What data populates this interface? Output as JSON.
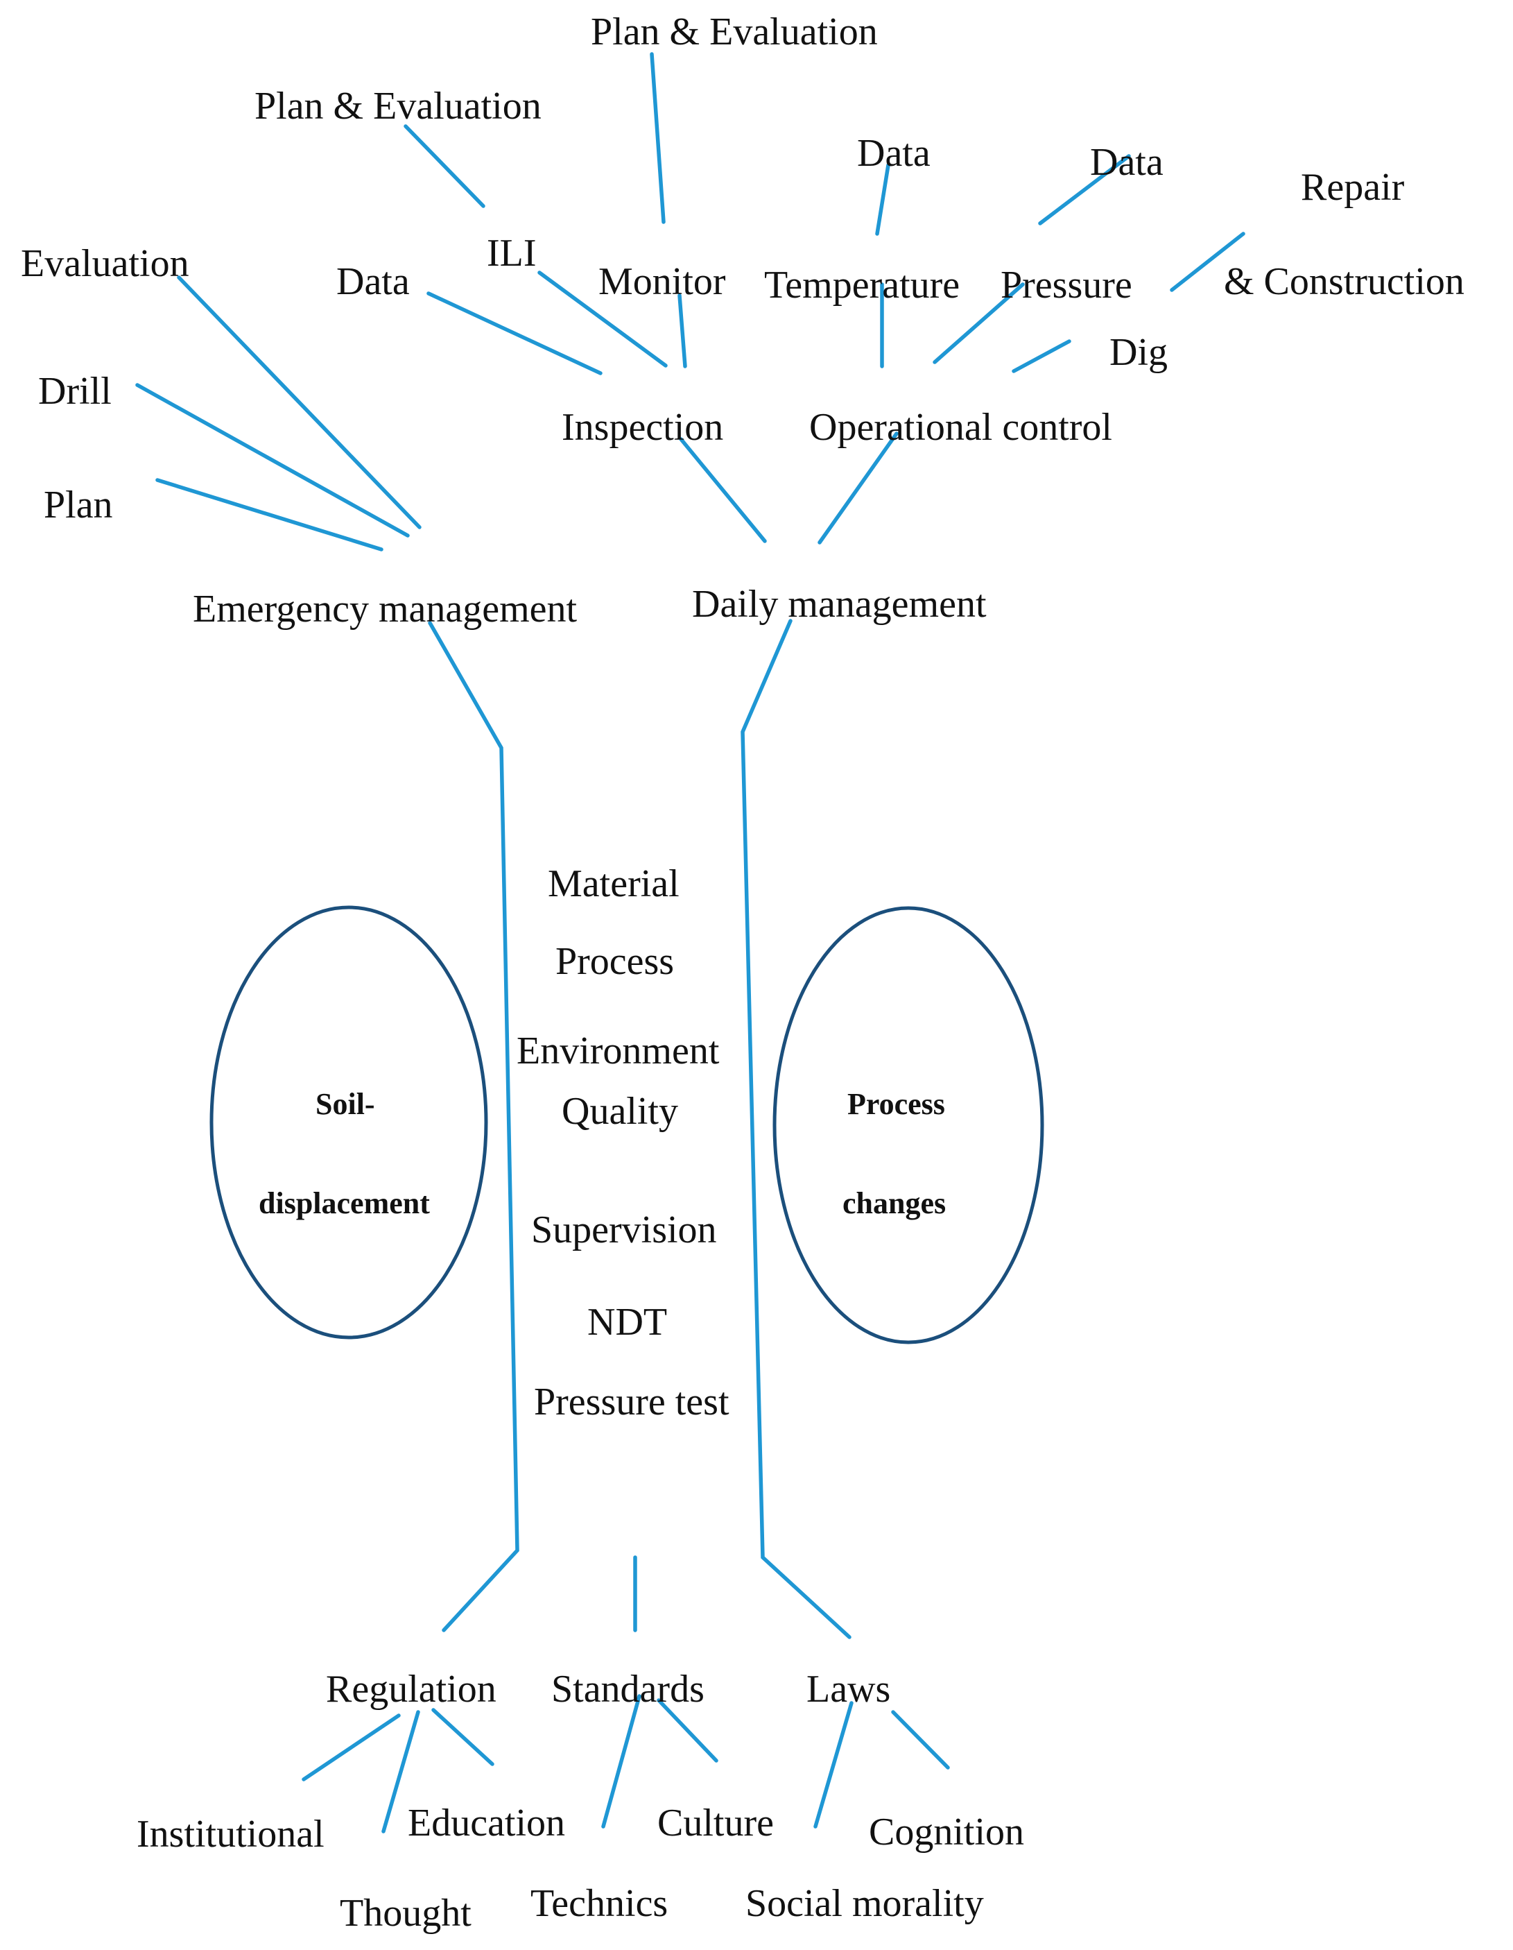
{
  "diagram": {
    "canopy": {
      "emergency_management": {
        "label": "Emergency management",
        "branches": [
          "Evaluation",
          "Drill",
          "Plan"
        ]
      },
      "daily_management": {
        "label": "Daily management",
        "inspection": {
          "label": "Inspection",
          "branches": [
            "Data",
            {
              "label": "ILI",
              "leaf": "Plan & Evaluation"
            },
            {
              "label": "Monitor",
              "leaf": "Plan & Evaluation"
            }
          ]
        },
        "operational_control": {
          "label": "Operational control",
          "branches": [
            {
              "label": "Temperature",
              "leaf": "Data"
            },
            {
              "label": "Pressure",
              "leaf": "Data"
            },
            {
              "label": "Dig",
              "leaf_line1": "Repair",
              "leaf_line2": "& Construction"
            }
          ]
        }
      }
    },
    "trunk": {
      "items": [
        "Material",
        "Process",
        "Environment",
        "Quality",
        "Supervision",
        "NDT",
        "Pressure test"
      ]
    },
    "threats": {
      "left": {
        "line1": "Soil-",
        "line2": "displacement"
      },
      "right": {
        "line1": "Process",
        "line2": "changes"
      }
    },
    "roots": {
      "regulation": {
        "label": "Regulation",
        "children": [
          "Institutional",
          "Thought",
          "Education"
        ]
      },
      "standards": {
        "label": "Standards",
        "children": [
          "Technics",
          "Culture"
        ]
      },
      "laws": {
        "label": "Laws",
        "children": [
          "Social morality",
          "Cognition"
        ]
      }
    }
  },
  "colors": {
    "branch_line": "#1f97d4",
    "ellipse_stroke": "#1b4f7c",
    "text": "#111111"
  }
}
